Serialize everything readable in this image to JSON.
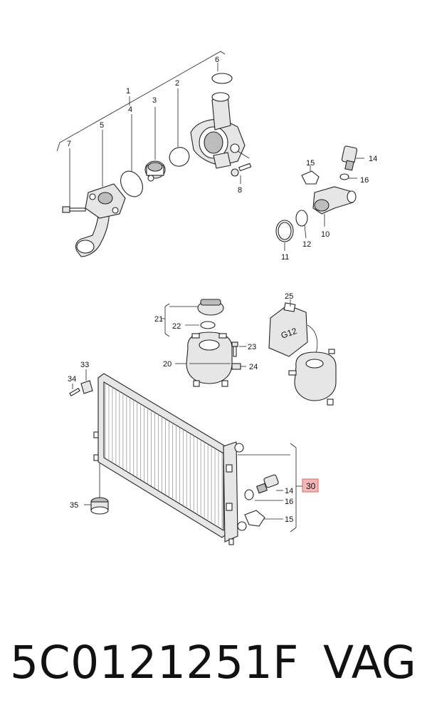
{
  "diagram": {
    "top_group": {
      "labels": {
        "l1": "1",
        "l2": "2",
        "l3": "3",
        "l4": "4",
        "l5": "5",
        "l6": "6",
        "l7": "7",
        "l8": "8"
      }
    },
    "right_group": {
      "labels": {
        "l10": "10",
        "l11": "11",
        "l12": "12",
        "l14": "14",
        "l15": "15",
        "l16": "16"
      }
    },
    "reservoir_group": {
      "labels": {
        "l20": "20",
        "l21": "21",
        "l22": "22",
        "l23": "23",
        "l24": "24",
        "l25": "25"
      },
      "bottle_text": "G12"
    },
    "radiator_group": {
      "labels": {
        "l14": "14",
        "l15": "15",
        "l16": "16",
        "l30": "30",
        "l33": "33",
        "l34": "34",
        "l35": "35"
      },
      "highlight_color": "#f2b8b8"
    }
  },
  "footer": {
    "part_number": "5C0121251F",
    "brand": "VAG"
  }
}
